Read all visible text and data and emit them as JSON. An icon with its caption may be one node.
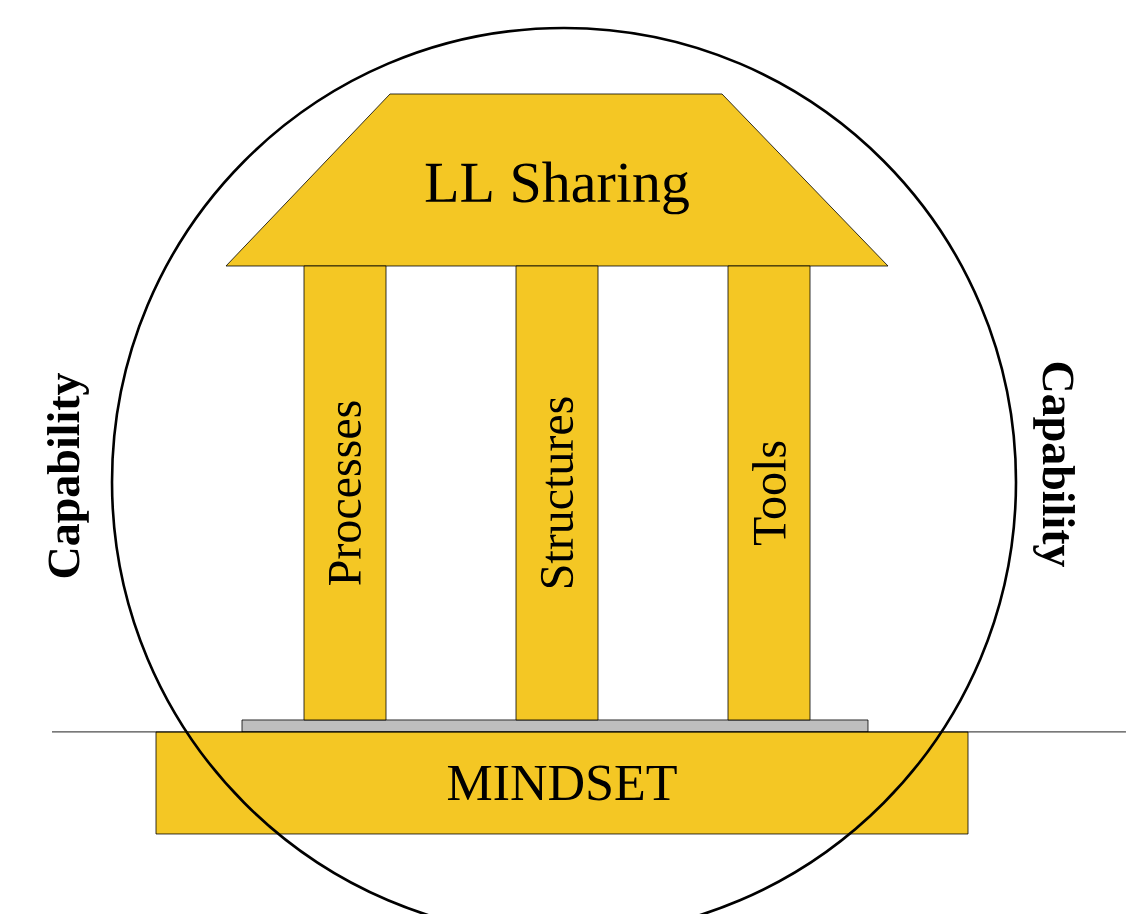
{
  "diagram": {
    "nodes": [
      {
        "text": [
          "LL Sharing"
        ]
      },
      {
        "text": [
          "Processes"
        ]
      },
      {
        "text": [
          "Structures"
        ]
      },
      {
        "text": [
          "Tools"
        ]
      },
      {
        "text": [
          "MINDSET"
        ]
      }
    ],
    "labels": [
      "Capability",
      "Capability"
    ]
  }
}
